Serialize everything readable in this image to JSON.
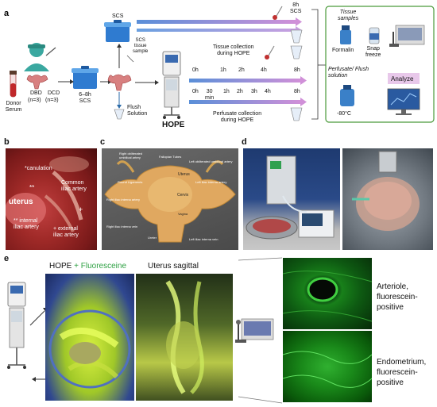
{
  "panels": {
    "a": "a",
    "b": "b",
    "c": "c",
    "d": "d",
    "e": "e"
  },
  "workflow": {
    "donor_serum": "Donor\nSerum",
    "dbd": "DBD",
    "dbd_n": "(n=3)",
    "dcd": "DCD",
    "dcd_n": "(n=3)",
    "scs_6_8h": "6–8h\nSCS",
    "scs_top": "SCS",
    "scs_tissue_sample": "SCS\ntissue\nsample",
    "flush_solution": "Flush\nSolution",
    "hope": "HOPE",
    "scs_8h": "8h\nSCS",
    "tissue_collection": "Tissue collection\nduring HOPE",
    "perfusate_collection": "Perfusate collection\nduring HOPE",
    "tissue_times": [
      "0h",
      "1h",
      "2h",
      "4h",
      "8h"
    ],
    "perfusate_times": [
      "0h",
      "30\nmin",
      "1h",
      "2h",
      "3h",
      "4h",
      "8h"
    ]
  },
  "analysis": {
    "tissue_samples": "Tissue\nsamples",
    "formalin": "Formalin",
    "snap_freeze": "Snap\nfreeze",
    "perfusate_flush": "Perfusate/ Flush\nsolution",
    "minus80": "-80°C",
    "analyze": "Analyze"
  },
  "panel_b": {
    "cannulation": "*canulation",
    "common_iliac": "Common\niliac artery",
    "uterus": "uterus",
    "double_star": "**",
    "internal_iliac": "** internal\niliac artery",
    "external_iliac": "+ external\niliac artery",
    "plus": "+"
  },
  "panel_c": {
    "right_obliterated": "Right obliterated\numbilical artery",
    "fallopian": "Fallopian Tubes",
    "left_obliterated": "Left obliterated umbilical artery",
    "uterus": "Uterus",
    "round_ligaments": "Round Ligaments",
    "left_iliac_interna_artery": "Left iliac interna artery",
    "right_iliac_interna_artery": "Right iliac interna artery",
    "cervix": "Cervix",
    "vagina": "Vagina",
    "right_iliac_interna_vein": "Right iliac interna vein",
    "ureter": "Ureter",
    "left_iliac_interna_vein": "Left iliac interna vein"
  },
  "panel_e": {
    "hope": "HOPE",
    "plus": " + ",
    "fluoresceine": "Fluoresceine",
    "uterus_sagittal": "Uterus sagittal",
    "arteriole": "Arteriole,\nfluorescein-\npositive",
    "endometrium": "Endometrium,\nfluorescein-\npositive"
  },
  "colors": {
    "fluorescein_green": "#2ea043",
    "analysis_border": "#4a9a3a",
    "analyze_bg": "#e8c8ea",
    "arrow_blue": "#5a8fd8",
    "arrow_purple": "#b070c0"
  },
  "icons": [
    "blood-tube-icon",
    "surgeon-icon",
    "uterus-icon",
    "cooler-box-icon",
    "flush-tube-icon",
    "perfusion-device-icon",
    "sample-tube-icon",
    "thermometer-icon",
    "formalin-bottle-icon",
    "liquid-nitrogen-icon",
    "microscope-icon",
    "computer-icon"
  ]
}
